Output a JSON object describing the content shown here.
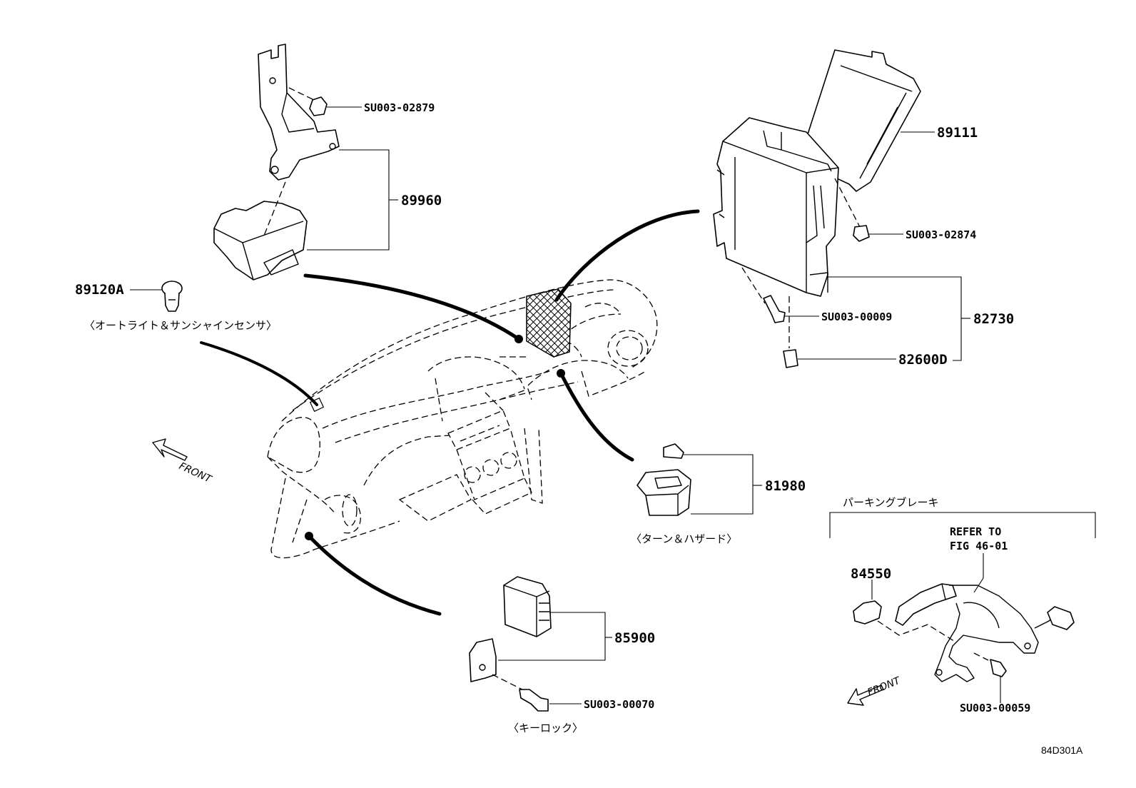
{
  "labels": {
    "su_02879": "SU003-02879",
    "p89960": "89960",
    "p89120a": "89120A",
    "auto_light": "〈オートライト＆サンシャインセンサ〉",
    "front_main": "FRONT",
    "p89111": "89111",
    "su_02874": "SU003-02874",
    "su_00009": "SU003-00009",
    "p82730": "82730",
    "p82600d": "82600D",
    "p81980": "81980",
    "turn_hazard": "〈ターン＆ハザード〉",
    "p85900": "85900",
    "su_00070": "SU003-00070",
    "key_lock": "〈キーロック〉",
    "parking_brake": "パーキングブレーキ",
    "refer_to": "REFER TO",
    "fig_ref": "FIG 46-01",
    "p84550": "84550",
    "front_inset": "FRONT",
    "su_00059": "SU003-00059",
    "diagram_code": "84D301A"
  }
}
